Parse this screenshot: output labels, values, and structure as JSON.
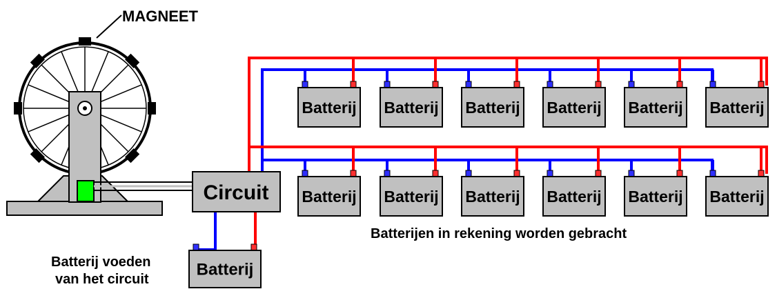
{
  "labels": {
    "magnet": "MAGNEET",
    "circuit": "Circuit",
    "charged_caption": "Batterijen in rekening worden gebracht",
    "feed_caption_line1": "Batterij voeden",
    "feed_caption_line2": "van het circuit",
    "battery": "Batterij"
  },
  "colors": {
    "positive_wire": "#ff0000",
    "negative_wire": "#0000ff",
    "battery_fill": "#c0c0c0",
    "outline": "#000000",
    "coil": "#00ff00"
  },
  "battery_banks": [
    {
      "name": "top-row",
      "count": 6
    },
    {
      "name": "bottom-row",
      "count": 6
    }
  ]
}
